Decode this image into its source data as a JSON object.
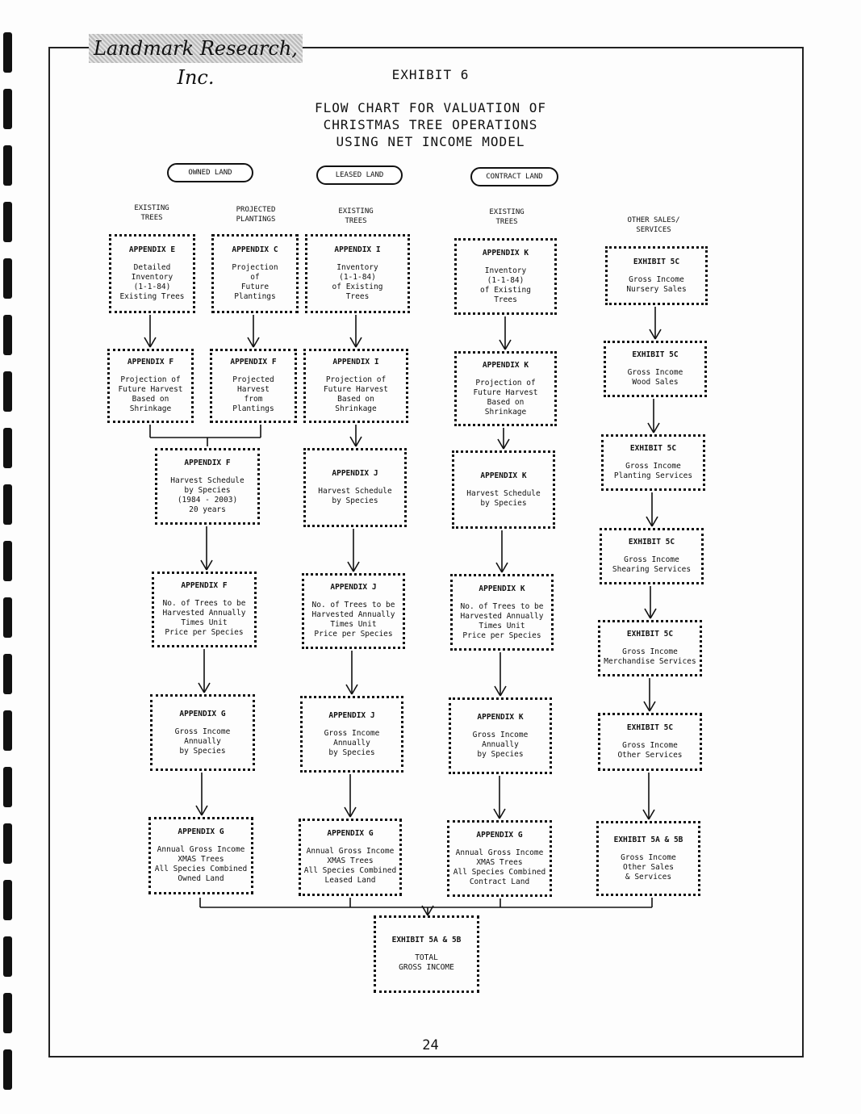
{
  "logo": "Landmark Research, Inc.",
  "exhibit": "EXHIBIT 6",
  "title_lines": [
    "FLOW CHART FOR VALUATION OF",
    "CHRISTMAS TREE OPERATIONS",
    "USING NET INCOME MODEL"
  ],
  "land_types": [
    "OWNED LAND",
    "LEASED LAND",
    "CONTRACT LAND"
  ],
  "column_headers": [
    "EXISTING\nTREES",
    "PROJECTED\nPLANTINGS",
    "EXISTING\nTREES",
    "EXISTING\nTREES",
    "OTHER SALES/\nSERVICES"
  ],
  "boxes": [
    {
      "h": "APPENDIX E",
      "b": "Detailed\nInventory\n(1-1-84)\nExisting Trees"
    },
    {
      "h": "APPENDIX C",
      "b": "Projection\nof\nFuture\nPlantings"
    },
    {
      "h": "APPENDIX I",
      "b": "Inventory\n(1-1-84)\nof Existing\nTrees"
    },
    {
      "h": "APPENDIX K",
      "b": "Inventory\n(1-1-84)\nof Existing\nTrees"
    },
    {
      "h": "EXHIBIT 5C",
      "b": "Gross Income\nNursery Sales"
    },
    {
      "h": "APPENDIX F",
      "b": "Projection of\nFuture Harvest\nBased on\nShrinkage"
    },
    {
      "h": "APPENDIX F",
      "b": "Projected\nHarvest\nfrom\nPlantings"
    },
    {
      "h": "APPENDIX I",
      "b": "Projection of\nFuture Harvest\nBased on\nShrinkage"
    },
    {
      "h": "APPENDIX K",
      "b": "Projection of\nFuture Harvest\nBased on\nShrinkage"
    },
    {
      "h": "EXHIBIT 5C",
      "b": "Gross Income\nWood Sales"
    },
    {
      "h": "EXHIBIT 5C",
      "b": "Gross Income\nPlanting Services"
    },
    {
      "h": "EXHIBIT 5C",
      "b": "Gross Income\nShearing Services"
    },
    {
      "h": "EXHIBIT 5C",
      "b": "Gross Income\nMerchandise Services"
    },
    {
      "h": "EXHIBIT 5C",
      "b": "Gross Income\nOther Services"
    },
    {
      "h": "EXHIBIT 5A & 5B",
      "b": "Gross Income\nOther Sales\n& Services"
    },
    {
      "h": "APPENDIX F",
      "b": "Harvest Schedule\nby Species\n(1984 - 2003)\n20 years"
    },
    {
      "h": "APPENDIX J",
      "b": "Harvest Schedule\nby Species"
    },
    {
      "h": "APPENDIX K",
      "b": "Harvest Schedule\nby Species"
    },
    {
      "h": "APPENDIX F",
      "b": "No. of Trees to be\nHarvested Annually\nTimes Unit\nPrice per Species"
    },
    {
      "h": "APPENDIX J",
      "b": "No. of Trees to be\nHarvested Annually\nTimes Unit\nPrice per Species"
    },
    {
      "h": "APPENDIX K",
      "b": "No. of Trees to be\nHarvested Annually\nTimes Unit\nPrice per Species"
    },
    {
      "h": "APPENDIX G",
      "b": "Gross Income\nAnnually\nby Species"
    },
    {
      "h": "APPENDIX J",
      "b": "Gross Income\nAnnually\nby Species"
    },
    {
      "h": "APPENDIX K",
      "b": "Gross Income\nAnnually\nby Species"
    },
    {
      "h": "APPENDIX G",
      "b": "Annual Gross Income\nXMAS Trees\nAll Species Combined\nOwned Land"
    },
    {
      "h": "APPENDIX G",
      "b": "Annual Gross Income\nXMAS Trees\nAll Species Combined\nLeased Land"
    },
    {
      "h": "APPENDIX G",
      "b": "Annual Gross Income\nXMAS Trees\nAll Species Combined\nContract Land"
    },
    {
      "h": "EXHIBIT 5A & 5B",
      "b": "TOTAL\nGROSS INCOME"
    }
  ],
  "page_number": "24"
}
